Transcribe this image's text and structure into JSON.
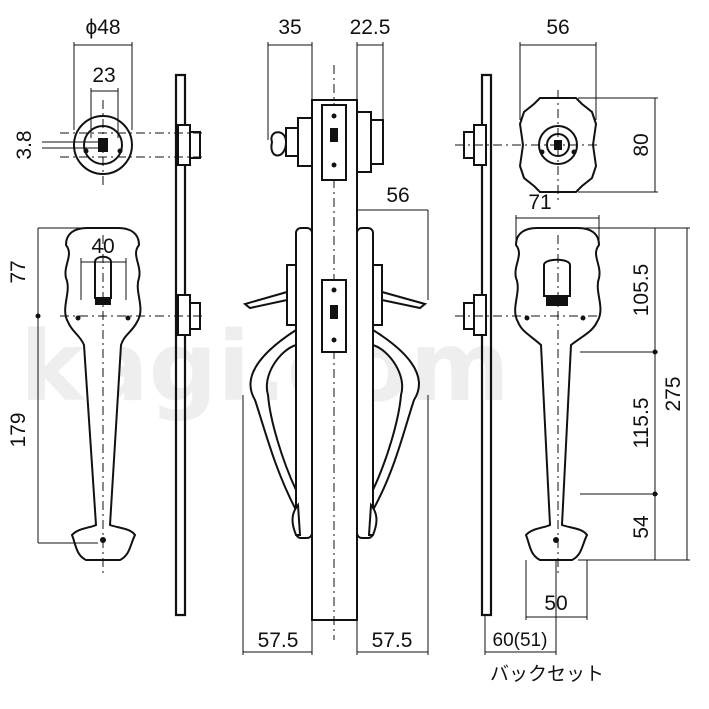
{
  "watermark": "kagi.com",
  "dimensions": {
    "front_top": {
      "diameter": "ϕ48",
      "cylinder": "23",
      "offset": "3.8"
    },
    "front_handle": {
      "thumb": "40",
      "upper": "77",
      "lower": "179"
    },
    "side_view": {
      "depth_left": "35",
      "depth_right": "22.5",
      "handle_depth": "56",
      "projection_left": "57.5",
      "projection_right": "57.5"
    },
    "back_view": {
      "rose_width": "56",
      "rose_height": "80",
      "handle_width": "71",
      "upper": "105.5",
      "middle": "115.5",
      "lower": "54",
      "total": "275",
      "base_width": "50",
      "backset": "60(51)"
    }
  },
  "caption": "バックセット"
}
